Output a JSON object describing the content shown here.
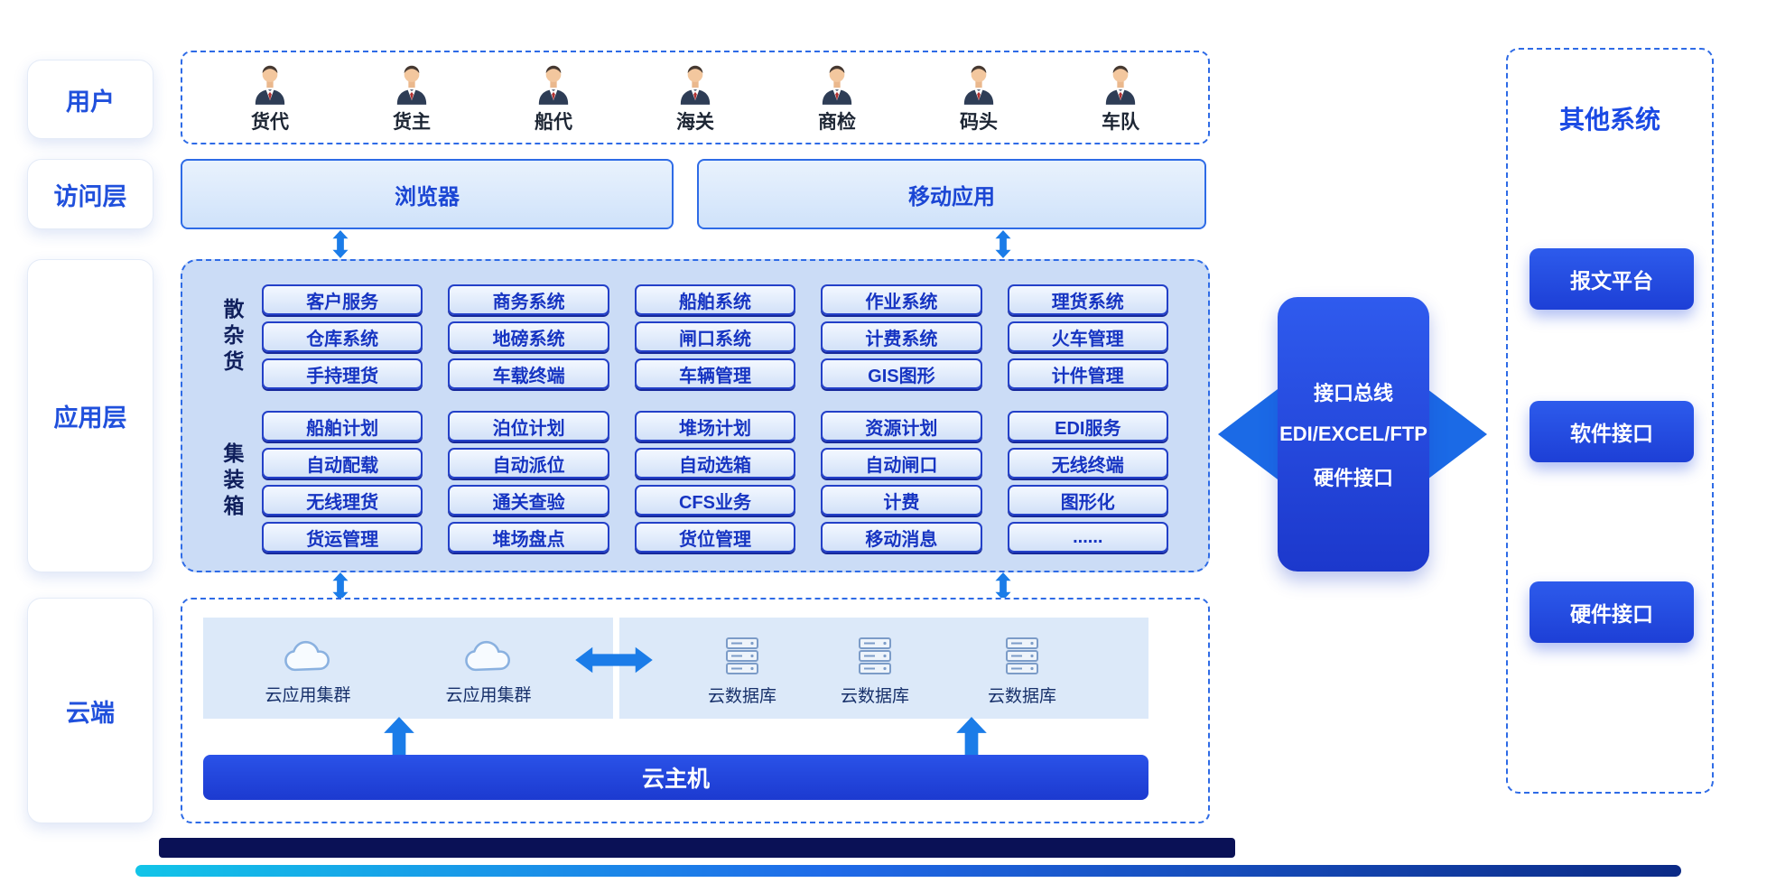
{
  "layers": {
    "users": "用户",
    "access": "访问层",
    "application": "应用层",
    "cloud": "云端"
  },
  "users": {
    "labels": [
      "货代",
      "货主",
      "船代",
      "海关",
      "商检",
      "码头",
      "车队"
    ]
  },
  "access": {
    "browser": "浏览器",
    "mobile": "移动应用"
  },
  "application": {
    "groups": [
      {
        "name": "散杂货",
        "rows": [
          [
            "客户服务",
            "商务系统",
            "船舶系统",
            "作业系统",
            "理货系统"
          ],
          [
            "仓库系统",
            "地磅系统",
            "闸口系统",
            "计费系统",
            "火车管理"
          ],
          [
            "手持理货",
            "车载终端",
            "车辆管理",
            "GIS图形",
            "计件管理"
          ]
        ]
      },
      {
        "name": "集装箱",
        "rows": [
          [
            "船舶计划",
            "泊位计划",
            "堆场计划",
            "资源计划",
            "EDI服务"
          ],
          [
            "自动配载",
            "自动派位",
            "自动选箱",
            "自动闸口",
            "无线终端"
          ],
          [
            "无线理货",
            "通关查验",
            "CFS业务",
            "计费",
            "图形化"
          ],
          [
            "货运管理",
            "堆场盘点",
            "货位管理",
            "移动消息",
            "......"
          ]
        ]
      }
    ]
  },
  "cloud": {
    "clusters": [
      "云应用集群",
      "云应用集群"
    ],
    "databases": [
      "云数据库",
      "云数据库",
      "云数据库"
    ],
    "host": "云主机"
  },
  "interface_bus": {
    "lines": [
      "接口总线",
      "EDI/EXCEL/FTP",
      "硬件接口"
    ]
  },
  "other_systems": {
    "title": "其他系统",
    "buttons": [
      "报文平台",
      "软件接口",
      "硬件接口"
    ]
  },
  "colors": {
    "accent_blue": "#2450e8",
    "light_panel_fill": "#cbdcf6",
    "arrow_blue": "#1b7ce8",
    "dashed_border": "#2e6be6",
    "navy_base": "#0a1156"
  }
}
